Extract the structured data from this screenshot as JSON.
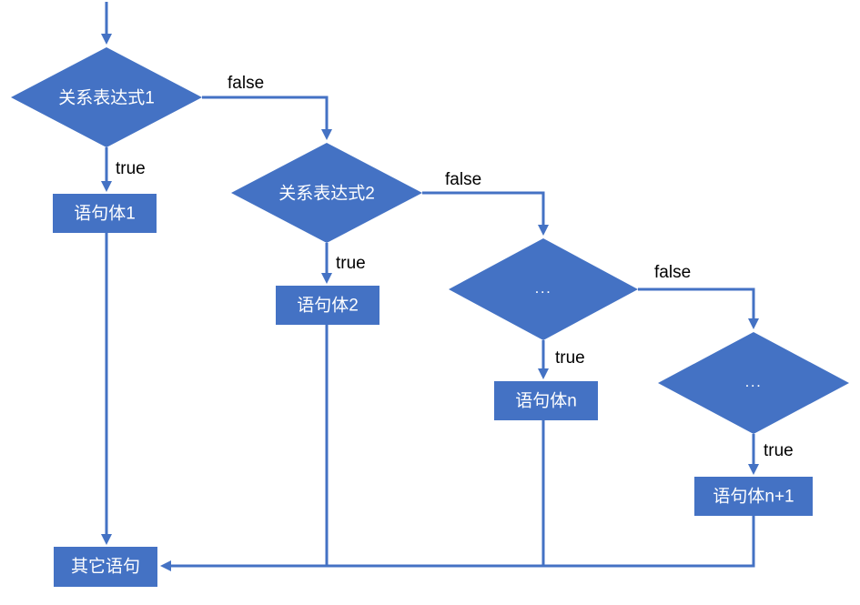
{
  "diagram": {
    "type": "flowchart",
    "description": "Multi-branch if / else-if selection structure flowchart",
    "colors": {
      "shape_fill": "#4472c4",
      "line_color": "#4472c4",
      "shape_text": "#ffffff",
      "label_text": "#000000",
      "background": "#ffffff"
    },
    "nodes": {
      "d1": {
        "shape": "diamond",
        "label": "关系表达式1"
      },
      "d2": {
        "shape": "diamond",
        "label": "关系表达式2"
      },
      "d3": {
        "shape": "diamond",
        "label": "..."
      },
      "d4": {
        "shape": "diamond",
        "label": "..."
      },
      "r1": {
        "shape": "rect",
        "label": "语句体1"
      },
      "r2": {
        "shape": "rect",
        "label": "语句体2"
      },
      "r3": {
        "shape": "rect",
        "label": "语句体n"
      },
      "r4": {
        "shape": "rect",
        "label": "语句体n+1"
      },
      "end": {
        "shape": "rect",
        "label": "其它语句"
      }
    },
    "edges": [
      {
        "from": "top-entry",
        "to": "d1",
        "label": ""
      },
      {
        "from": "d1",
        "to": "r1",
        "label": "true"
      },
      {
        "from": "d1",
        "to": "d2",
        "label": "false"
      },
      {
        "from": "d2",
        "to": "r2",
        "label": "true"
      },
      {
        "from": "d2",
        "to": "d3",
        "label": "false"
      },
      {
        "from": "d3",
        "to": "r3",
        "label": "true"
      },
      {
        "from": "d3",
        "to": "d4",
        "label": "false"
      },
      {
        "from": "d4",
        "to": "r4",
        "label": "true"
      },
      {
        "from": "r1",
        "to": "end",
        "label": ""
      },
      {
        "from": "r2",
        "to": "end",
        "label": ""
      },
      {
        "from": "r3",
        "to": "end",
        "label": ""
      },
      {
        "from": "r4",
        "to": "end",
        "label": ""
      }
    ]
  }
}
